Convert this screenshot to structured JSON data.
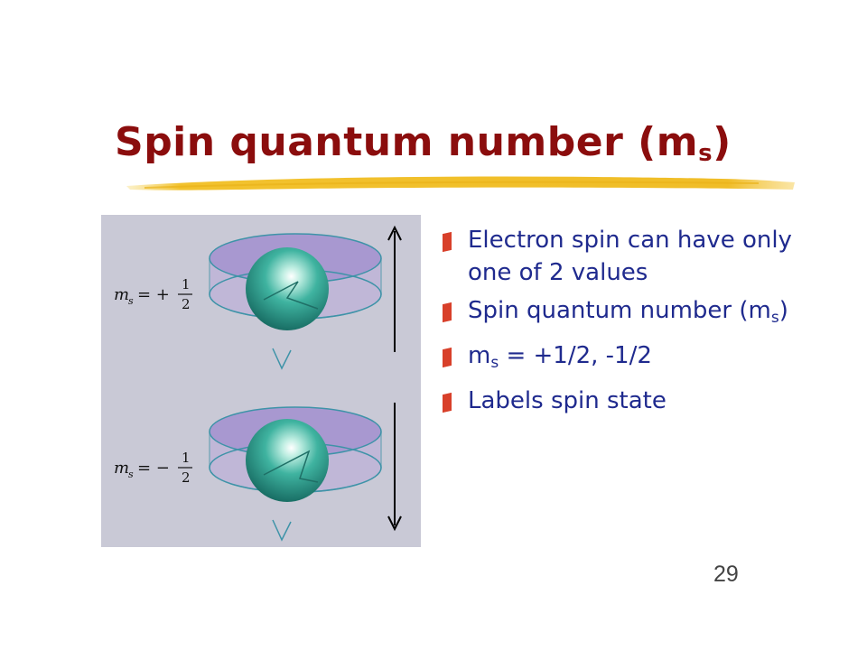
{
  "slide": {
    "title_main": "Spin quantum number (m",
    "title_sub": "s",
    "title_close": ")",
    "figure": {
      "label_up": "m",
      "label_up_sub": "s",
      "label_up_sign": "= +",
      "label_up_num": "1",
      "label_up_den": "2",
      "label_down": "m",
      "label_down_sub": "s",
      "label_down_sign": "= −",
      "label_down_num": "1",
      "label_down_den": "2"
    },
    "bullets": [
      {
        "text": "Electron spin can have only one of 2 values"
      },
      {
        "text_before": "Spin quantum number (m",
        "text_sub": "s",
        "text_after": ")"
      },
      {
        "text_before": "m",
        "text_sub": "s",
        "text_after": " = +1/2, -1/2"
      },
      {
        "text": "Labels spin state"
      }
    ],
    "page_number": "29"
  },
  "colors": {
    "title": "#8b0d0d",
    "underline": "#f2c22e",
    "bullet_text": "#1f2a8e",
    "bullet_marker": "#d8402a",
    "figure_background": "#c9c9d6",
    "sphere": "#2a9c8c"
  }
}
